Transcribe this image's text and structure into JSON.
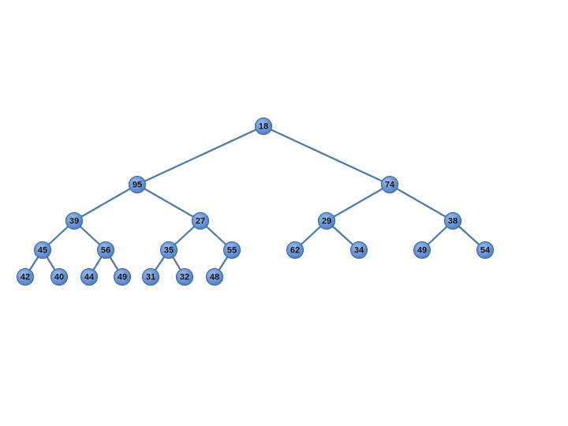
{
  "tree": {
    "nodes": [
      {
        "id": "n18",
        "value": "18"
      },
      {
        "id": "n95",
        "value": "95"
      },
      {
        "id": "n74",
        "value": "74"
      },
      {
        "id": "n39",
        "value": "39"
      },
      {
        "id": "n27",
        "value": "27"
      },
      {
        "id": "n29",
        "value": "29"
      },
      {
        "id": "n38",
        "value": "38"
      },
      {
        "id": "n45",
        "value": "45"
      },
      {
        "id": "n56",
        "value": "56"
      },
      {
        "id": "n35",
        "value": "35"
      },
      {
        "id": "n55",
        "value": "55"
      },
      {
        "id": "n62",
        "value": "62"
      },
      {
        "id": "n34",
        "value": "34"
      },
      {
        "id": "n49a",
        "value": "49"
      },
      {
        "id": "n54",
        "value": "54"
      },
      {
        "id": "n42",
        "value": "42"
      },
      {
        "id": "n40",
        "value": "40"
      },
      {
        "id": "n44",
        "value": "44"
      },
      {
        "id": "n49b",
        "value": "49"
      },
      {
        "id": "n31",
        "value": "31"
      },
      {
        "id": "n32",
        "value": "32"
      },
      {
        "id": "n48",
        "value": "48"
      }
    ],
    "edges": [
      [
        "n18",
        "n95"
      ],
      [
        "n18",
        "n74"
      ],
      [
        "n95",
        "n39"
      ],
      [
        "n95",
        "n27"
      ],
      [
        "n74",
        "n29"
      ],
      [
        "n74",
        "n38"
      ],
      [
        "n39",
        "n45"
      ],
      [
        "n39",
        "n56"
      ],
      [
        "n27",
        "n35"
      ],
      [
        "n27",
        "n55"
      ],
      [
        "n29",
        "n62"
      ],
      [
        "n29",
        "n34"
      ],
      [
        "n38",
        "n49a"
      ],
      [
        "n38",
        "n54"
      ],
      [
        "n45",
        "n42"
      ],
      [
        "n45",
        "n40"
      ],
      [
        "n56",
        "n44"
      ],
      [
        "n56",
        "n49b"
      ],
      [
        "n35",
        "n31"
      ],
      [
        "n35",
        "n32"
      ],
      [
        "n55",
        "n48"
      ]
    ],
    "colors": {
      "node_fill_light": "#9dbcf0",
      "node_fill_dark": "#4f81c7",
      "node_stroke": "#3f6fa3",
      "edge": "#4a78aa"
    }
  }
}
